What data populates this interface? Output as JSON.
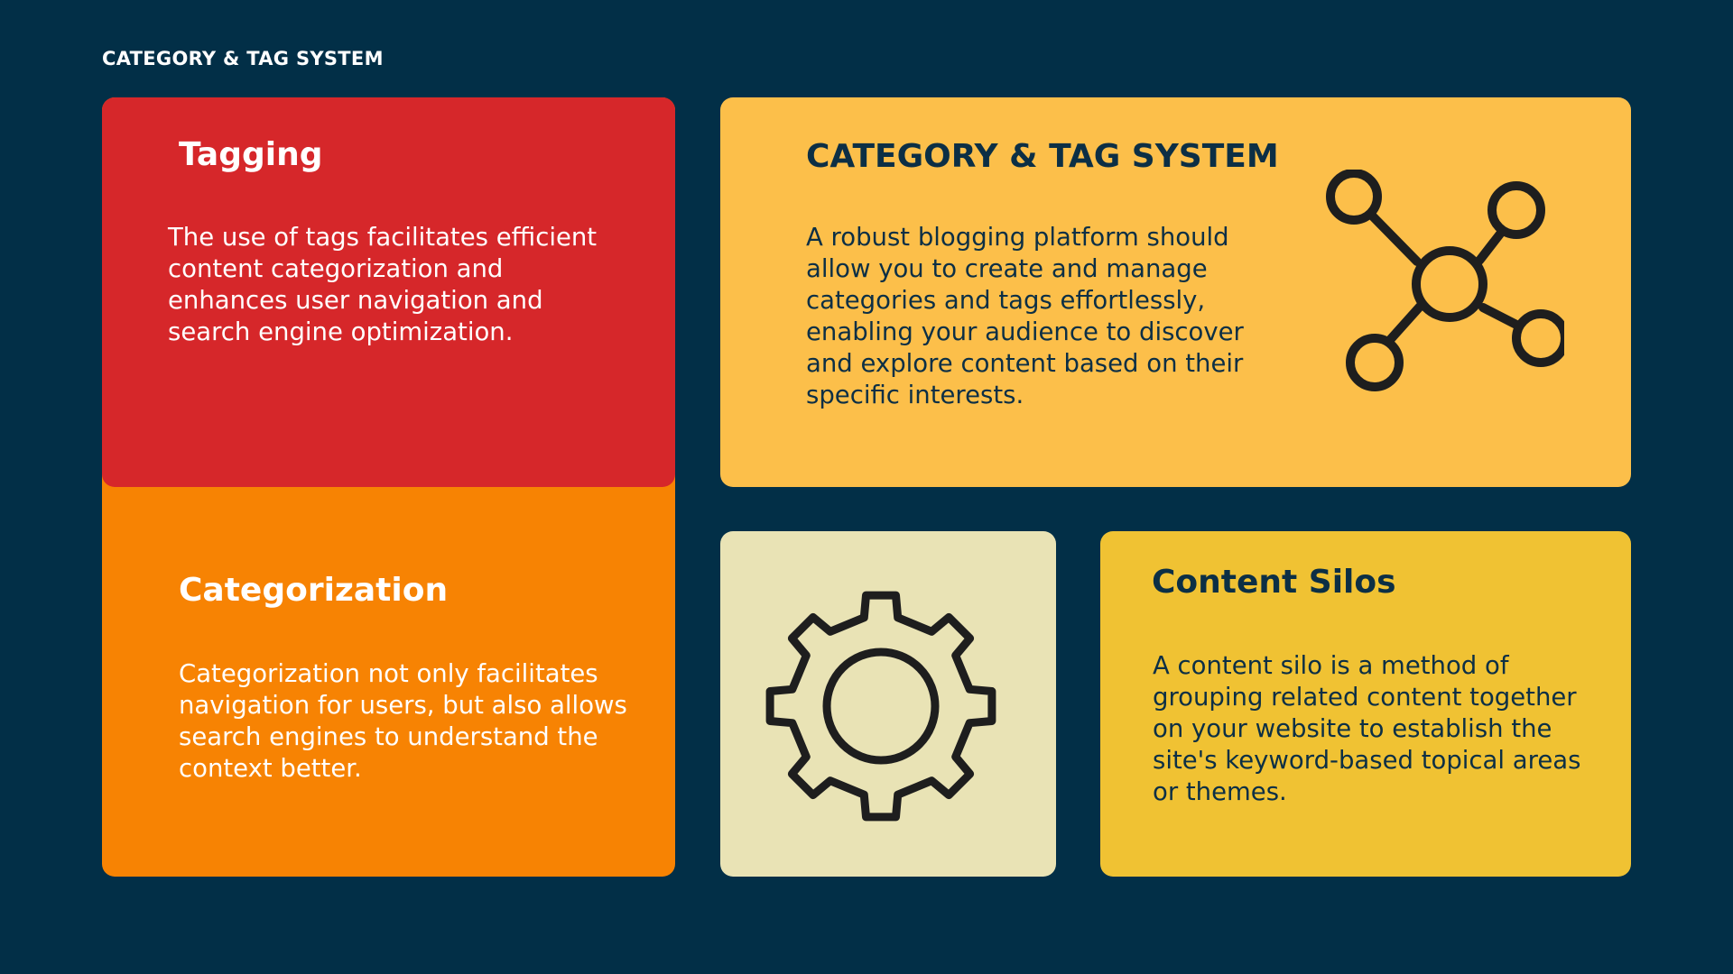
{
  "page": {
    "label": "CATEGORY & TAG SYSTEM"
  },
  "cards": {
    "tagging": {
      "title": "Tagging",
      "text": "The use of tags facilitates efficient content categorization and enhances user navigation and search engine optimization."
    },
    "categorization": {
      "title": "Categorization",
      "text": "Categorization not only facilitates navigation for users, but also allows search engines to understand the context better."
    },
    "system": {
      "title": "CATEGORY & TAG SYSTEM",
      "text": "A robust blogging platform should allow you to create and manage categories and tags effortlessly, enabling your audience to discover and explore content based on their specific interests.",
      "icon": "network-nodes-icon"
    },
    "settings": {
      "icon": "gear-icon"
    },
    "silos": {
      "title": "Content Silos",
      "text": "A content silo is a method of grouping related content together on your website to establish the site's keyword-based topical areas or themes."
    }
  },
  "colors": {
    "background": "#022f47",
    "red": "#d6272a",
    "orange": "#f78303",
    "yellow": "#fcbf4a",
    "cream": "#e9e3b5",
    "gold": "#f0c233",
    "dark_text": "#0c2f45",
    "icon_stroke": "#1e1e1e"
  }
}
